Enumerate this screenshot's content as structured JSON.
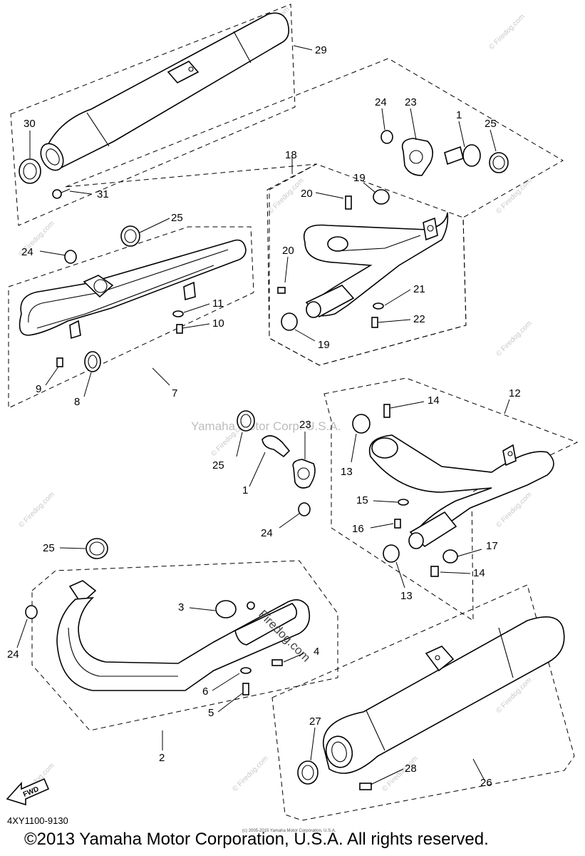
{
  "callouts": {
    "c1a": "1",
    "c1b": "1",
    "c2": "2",
    "c3": "3",
    "c4": "4",
    "c5": "5",
    "c6": "6",
    "c7": "7",
    "c8": "8",
    "c9": "9",
    "c10": "10",
    "c11": "11",
    "c12": "12",
    "c13a": "13",
    "c13b": "13",
    "c14a": "14",
    "c14b": "14",
    "c15": "15",
    "c16": "16",
    "c17": "17",
    "c18": "18",
    "c19a": "19",
    "c19b": "19",
    "c20a": "20",
    "c20b": "20",
    "c21": "21",
    "c22": "22",
    "c23a": "23",
    "c23b": "23",
    "c24a": "24",
    "c24b": "24",
    "c24c": "24",
    "c24d": "24",
    "c25a": "25",
    "c25b": "25",
    "c25c": "25",
    "c25d": "25",
    "c26": "26",
    "c27": "27",
    "c28": "28",
    "c29": "29",
    "c30": "30",
    "c31": "31"
  },
  "fwd_label": "FWD",
  "watermark": "© Firedog.com",
  "watermark_center": "Yamaha Motor Corp. U.S.A.",
  "watermark_firedog": "Firedog.com",
  "diagram_code": "4XY1100-9130",
  "mini_copyright": "(c) 2005-2015 Yamaha Motor Corporation, U.S.A.",
  "copyright": "©2013 Yamaha Motor Corporation, U.S.A. All rights reserved."
}
